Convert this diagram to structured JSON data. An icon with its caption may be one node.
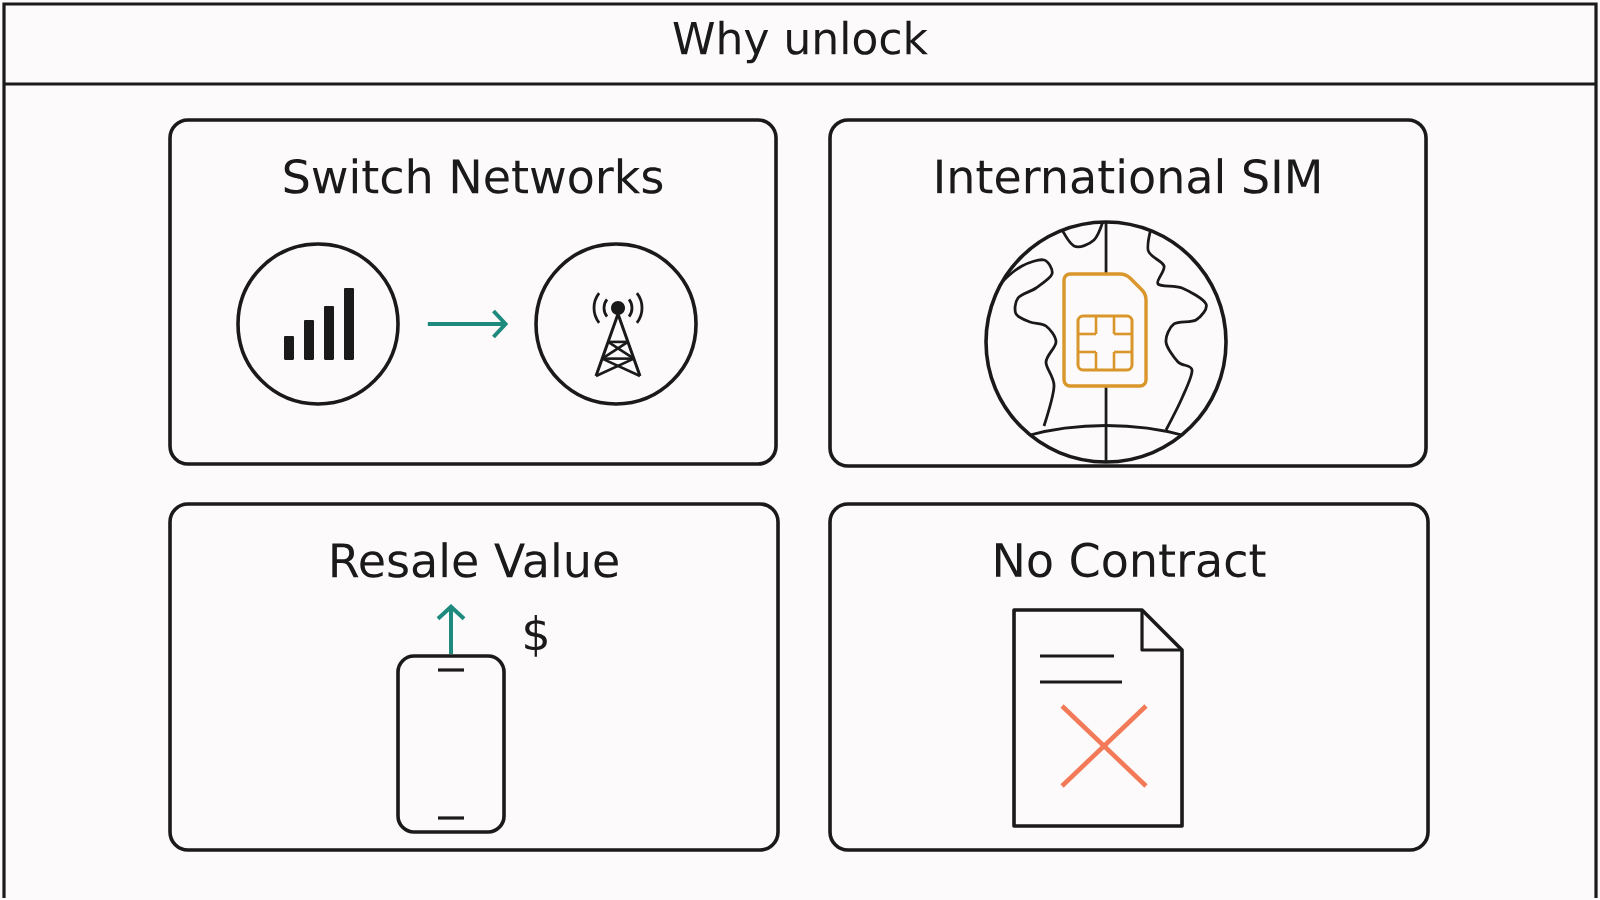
{
  "diagram": {
    "title": "Why unlock",
    "nodes": [
      {
        "text": [
          "Switch Networks"
        ]
      },
      {
        "text": [],
        "shape": "circle",
        "in": 0
      },
      {
        "text": [],
        "shape": "circle",
        "in": 0
      },
      {
        "text": [
          "International SIM"
        ]
      },
      {
        "text": [
          "Resale Value",
          "$"
        ]
      },
      {
        "text": [
          "No Contract"
        ]
      }
    ],
    "edges": [
      {
        "from": 1,
        "to": 2,
        "arrow": "to"
      }
    ]
  }
}
